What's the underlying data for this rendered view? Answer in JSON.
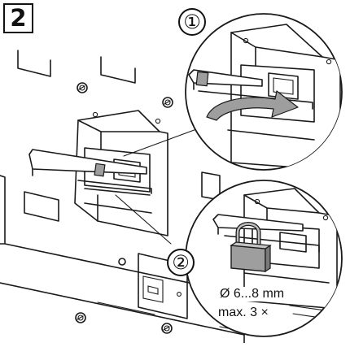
{
  "step": {
    "number": "2"
  },
  "callouts": [
    {
      "id": "1",
      "label": "①"
    },
    {
      "id": "2",
      "label": "②"
    }
  ],
  "lock_spec": {
    "diameter": "Ø 6...8 mm",
    "max": "max. 3 ×"
  },
  "colors": {
    "line": "#1a1a1a",
    "arrow_fill": "#9e9e9e",
    "lock_body": "#9e9e9e"
  }
}
